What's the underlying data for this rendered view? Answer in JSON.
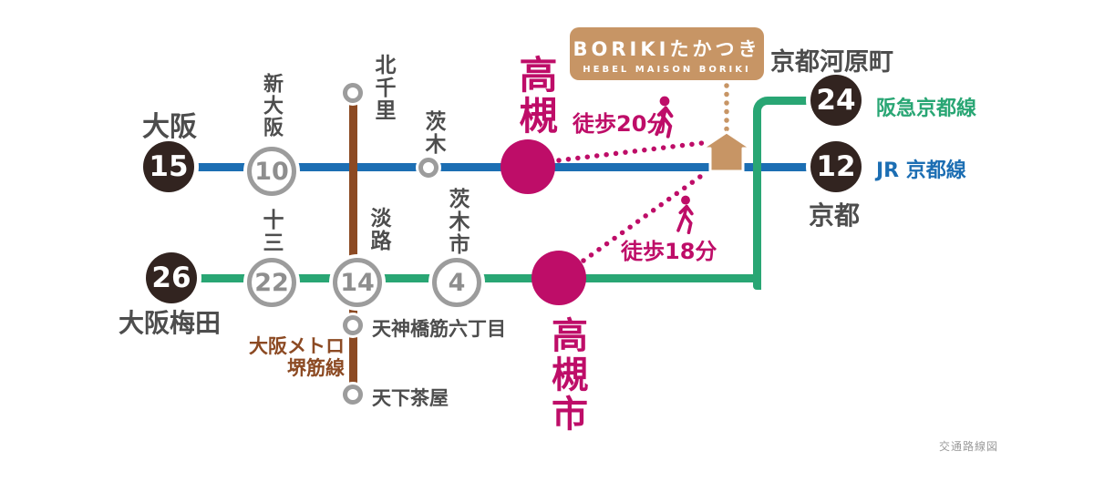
{
  "property_sign": {
    "name": "BORIKIたかつき",
    "subname": "HEBEL MAISON BORIKI",
    "color": "#c79565"
  },
  "walks": {
    "from_takatsuki": "徒歩20分",
    "from_takatsuki_shi": "徒歩18分",
    "color": "#be0d68"
  },
  "lines": {
    "jr": {
      "name": "JR 京都線",
      "color": "#1c6eb3"
    },
    "hankyu": {
      "name": "阪急京都線",
      "color": "#29a674"
    },
    "metro": {
      "name_line1": "大阪メトロ",
      "name_line2": "堺筋線",
      "color": "#8c4a23"
    }
  },
  "stations": {
    "osaka": {
      "label": "大阪",
      "minutes": "15"
    },
    "shin_osaka": {
      "label": "新大阪",
      "minutes": "10"
    },
    "ibaraki": {
      "label": "茨木"
    },
    "takatsuki": {
      "label": "高槻"
    },
    "kyoto": {
      "label": "京都",
      "minutes": "12"
    },
    "kyoto_kawaramachi": {
      "label": "京都河原町",
      "minutes": "24"
    },
    "osaka_umeda": {
      "label": "大阪梅田",
      "minutes": "26"
    },
    "juso": {
      "label": "十三",
      "minutes": "22"
    },
    "awaji": {
      "label": "淡路",
      "minutes": "14"
    },
    "ibaraki_shi": {
      "label": "茨木市",
      "minutes": "4"
    },
    "takatsuki_shi": {
      "label": "高槻市"
    },
    "kita_senri": {
      "label": "北千里"
    },
    "tenjinbashisuji_6": {
      "label": "天神橋筋六丁目"
    },
    "tengachaya": {
      "label": "天下茶屋"
    }
  },
  "colors": {
    "dark_circle": "#322420",
    "highlight_station": "#be0d68",
    "station_label": "#4d4d4d"
  },
  "footer": {
    "credit": "交通路線図"
  }
}
